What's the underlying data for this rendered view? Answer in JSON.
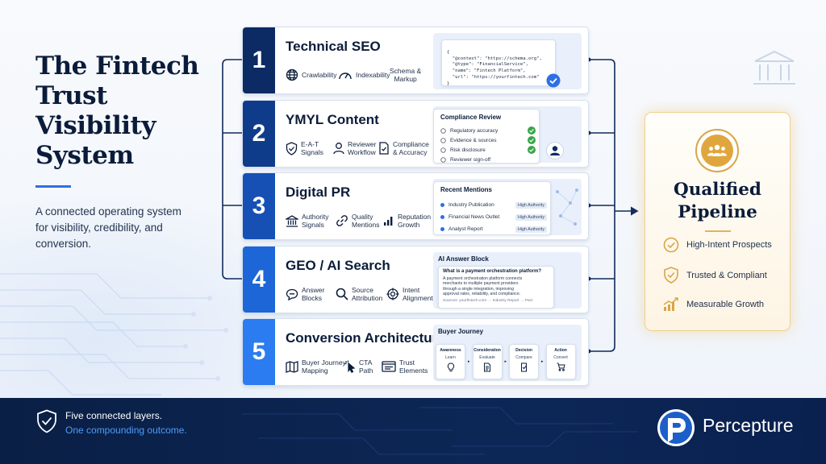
{
  "intro": {
    "title_lines": [
      "The Fintech",
      "Trust Visibility",
      "System"
    ],
    "description": "A connected operating system for visibility, credibility, and conversion."
  },
  "layers": [
    {
      "number": "1",
      "title": "Technical SEO",
      "color": "#0c2a63",
      "features": [
        {
          "icon": "globe-icon",
          "lines": [
            "Crawlability"
          ]
        },
        {
          "icon": "gauge-icon",
          "lines": [
            "Indexability"
          ]
        },
        {
          "icon": "code-icon",
          "lines": [
            "Schema &",
            "Markup"
          ]
        }
      ],
      "panel": {
        "code_lines": [
          "{",
          "  \"@context\": \"https://schema.org\",",
          "  \"@type\": \"FinancialService\",",
          "  \"name\": \"Fintech Platform\",",
          "  \"url\": \"https://yourfintech.com\"",
          "}"
        ]
      }
    },
    {
      "number": "2",
      "title": "YMYL Content",
      "color": "#0f3c8a",
      "features": [
        {
          "icon": "shield-check-icon",
          "lines": [
            "E-A-T",
            "Signals"
          ]
        },
        {
          "icon": "person-icon",
          "lines": [
            "Reviewer",
            "Workflow"
          ]
        },
        {
          "icon": "document-check-icon",
          "lines": [
            "Compliance",
            "& Accuracy"
          ]
        }
      ],
      "panel": {
        "title": "Compliance Review",
        "items": [
          {
            "label": "Regulatory accuracy",
            "checked": true
          },
          {
            "label": "Evidence & sources",
            "checked": true
          },
          {
            "label": "Risk disclosure",
            "checked": true
          },
          {
            "label": "Reviewer sign-off",
            "checked": false
          }
        ]
      }
    },
    {
      "number": "3",
      "title": "Digital PR",
      "color": "#1650b5",
      "features": [
        {
          "icon": "bank-icon",
          "lines": [
            "Authority",
            "Signals"
          ]
        },
        {
          "icon": "link-icon",
          "lines": [
            "Quality",
            "Mentions"
          ]
        },
        {
          "icon": "bar-chart-icon",
          "lines": [
            "Reputation",
            "Growth"
          ]
        }
      ],
      "panel": {
        "title": "Recent Mentions",
        "items": [
          {
            "label": "Industry Publication",
            "badge": "High Authority"
          },
          {
            "label": "Financial News Outlet",
            "badge": "High Authority"
          },
          {
            "label": "Analyst Report",
            "badge": "High Authority"
          }
        ]
      }
    },
    {
      "number": "4",
      "title": "GEO / AI Search",
      "color": "#1d66d8",
      "features": [
        {
          "icon": "chat-icon",
          "lines": [
            "Answer",
            "Blocks"
          ]
        },
        {
          "icon": "search-icon",
          "lines": [
            "Source",
            "Attribution"
          ]
        },
        {
          "icon": "target-icon",
          "lines": [
            "Intent",
            "Alignment"
          ]
        }
      ],
      "panel": {
        "title": "AI Answer Block",
        "question": "What is a payment orchestration platform?",
        "answer_lines": [
          "A payment orchestration platform connects",
          "merchants to multiple payment providers",
          "through a single integration, improving",
          "approval rates, reliability, and compliance."
        ],
        "sources": "Sources: yourfintech.com  →  Industry Report  →  PwC"
      }
    },
    {
      "number": "5",
      "title": "Conversion Architecture",
      "color": "#2b7cf0",
      "features": [
        {
          "icon": "map-icon",
          "lines": [
            "Buyer Journey",
            "Mapping"
          ]
        },
        {
          "icon": "cursor-icon",
          "lines": [
            "CTA",
            "Path"
          ]
        },
        {
          "icon": "window-icon",
          "lines": [
            "Trust",
            "Elements"
          ]
        }
      ],
      "panel": {
        "title": "Buyer Journey",
        "stages": [
          {
            "label": "Awareness",
            "sub": "Learn",
            "icon": "bulb-icon"
          },
          {
            "label": "Consideration",
            "sub": "Evaluate",
            "icon": "document-icon"
          },
          {
            "label": "Decision",
            "sub": "Compare",
            "icon": "compare-icon"
          },
          {
            "label": "Action",
            "sub": "Convert",
            "icon": "cart-icon"
          }
        ]
      }
    }
  ],
  "outcome": {
    "title_lines": [
      "Qualified",
      "Pipeline"
    ],
    "items": [
      {
        "icon": "check-circle-icon",
        "label": "High-Intent Prospects"
      },
      {
        "icon": "shield-check-icon",
        "label": "Trusted & Compliant"
      },
      {
        "icon": "growth-chart-icon",
        "label": "Measurable Growth"
      }
    ]
  },
  "footer": {
    "line1": "Five connected layers.",
    "line2": "One compounding outcome.",
    "brand": "Percepture"
  },
  "colors": {
    "accent": "#2f6fe4",
    "gold": "#e0a63e",
    "navy": "#0a1f45",
    "check": "#3aa54a"
  }
}
